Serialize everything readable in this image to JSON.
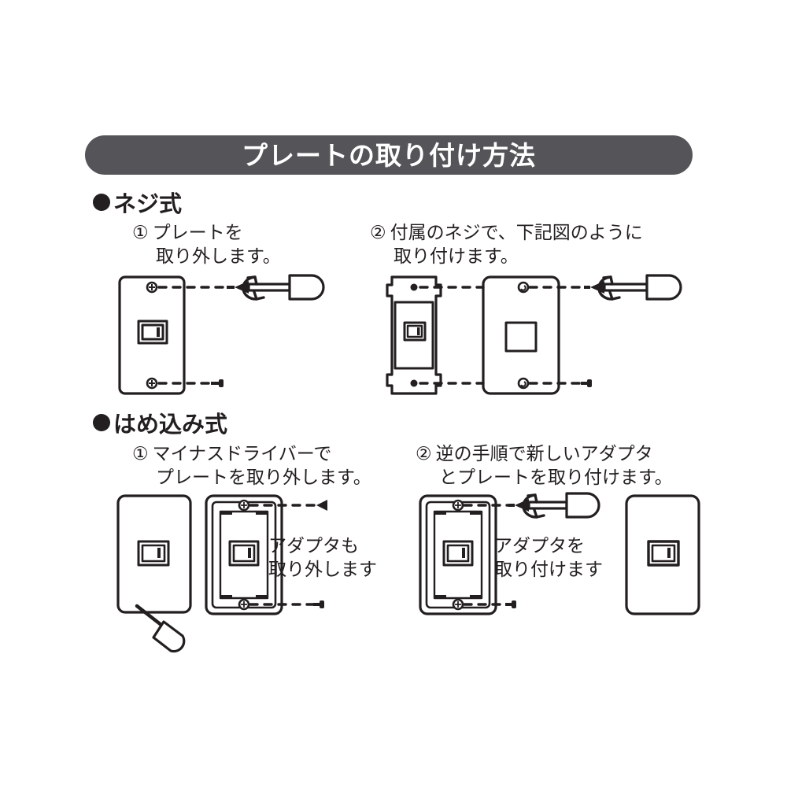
{
  "document": {
    "title": "プレートの取り付け方法",
    "language": "ja",
    "background_color": "#ffffff",
    "banner_color": "#545459",
    "ink_color": "#231f20"
  },
  "sections": [
    {
      "id": "screw-type",
      "bullet": "●",
      "heading": "ネジ式",
      "steps": [
        {
          "number": "①",
          "line1": "プレートを",
          "line2": "取り外します。"
        },
        {
          "number": "②",
          "line1": "付属のネジで、下記図のように",
          "line2": "取り付けます。"
        }
      ]
    },
    {
      "id": "snap-in-type",
      "bullet": "●",
      "heading": "はめ込み式",
      "steps": [
        {
          "number": "①",
          "line1": "マイナスドライバーで",
          "line2": "プレートを取り外します。"
        },
        {
          "number": "②",
          "line1": "逆の手順で新しいアダプタ",
          "line2": "とプレートを取り付けます。"
        }
      ]
    }
  ],
  "inline_captions": {
    "remove_adapter": {
      "line1": "アダプタも",
      "line2": "取り外します"
    },
    "attach_adapter": {
      "line1": "アダプタを",
      "line2": "取り付けます"
    }
  },
  "illustrations": {
    "screw_step1": {
      "name": "switch-plate-with-phillips-screwdriver",
      "parts": [
        "wall-plate",
        "rocker-switch",
        "top-screw",
        "bottom-screw",
        "dashed-alignment-line",
        "phillips-screwdriver",
        "rotation-arrow"
      ]
    },
    "screw_step2": {
      "name": "mounting-frame-blank-plate-and-screwdriver",
      "parts": [
        "mounting-frame",
        "rocker-switch",
        "blank-plate",
        "square-cutout",
        "dashed-alignment-line",
        "phillips-screwdriver",
        "rotation-arrow"
      ]
    },
    "snap_step1": {
      "name": "plate-pried-with-flathead-and-exposed-adapter",
      "parts": [
        "wall-plate",
        "rocker-switch",
        "flathead-screwdriver",
        "adapter-frame",
        "corner-tabs",
        "top-screw",
        "bottom-screw",
        "dashed-alignment-line"
      ]
    },
    "snap_step2": {
      "name": "adapter-install-and-finished-plate",
      "parts": [
        "adapter-frame",
        "rocker-switch",
        "corner-tabs",
        "phillips-screwdriver",
        "rotation-arrow",
        "dashed-alignment-line",
        "finished-plate"
      ]
    }
  }
}
